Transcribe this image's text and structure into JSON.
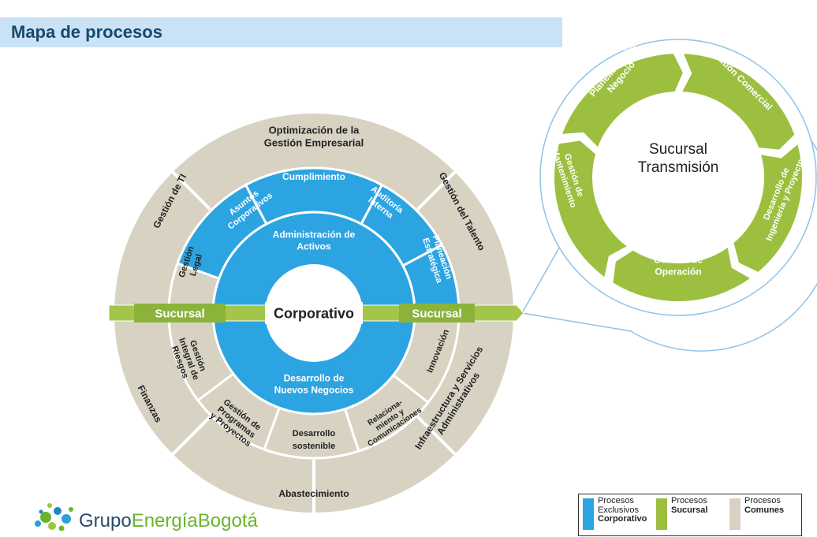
{
  "header": {
    "title": "Mapa de procesos"
  },
  "diagram": {
    "center": "Corporativo",
    "branch_label": "Sucursal",
    "outer_ring": {
      "top": [
        "Optimización de la",
        "Gestión Empresarial"
      ],
      "top_left": "Gestión de TI",
      "top_right": "Gestión del Talento",
      "left": "Finanzas",
      "bottom": "Abastecimiento",
      "bottom_right": [
        "Infraestructura y Servicios",
        "Administrativos"
      ]
    },
    "middle_ring": {
      "cumplimiento": "Cumplimiento",
      "asuntos": [
        "Asuntos",
        "Corporativos"
      ],
      "auditoria": [
        "Auditoría",
        "Interna"
      ],
      "planeacion": [
        "Planeación",
        "Estratégica"
      ],
      "gestion_legal": [
        "Gestión",
        "Legal"
      ],
      "riesgos": [
        "Gestión",
        "Integral de",
        "Riesgos"
      ],
      "programas": [
        "Gestión de",
        "Programas",
        "y Proyectos"
      ],
      "desarrollo_sostenible": [
        "Desarrollo",
        "sostenible"
      ],
      "relacionamiento": [
        "Relaciona-",
        "miento y",
        "Comunicaciones"
      ],
      "innovacion": "Innovación"
    },
    "inner_ring": {
      "top": [
        "Administración de",
        "Activos"
      ],
      "bottom": [
        "Desarrollo de",
        "Nuevos Negocios"
      ]
    }
  },
  "zoom": {
    "center": [
      "Sucursal",
      "Transmisión"
    ],
    "segments": {
      "planeacion_negocio": [
        "Planeación del",
        "Negocio"
      ],
      "gestion_comercial": "Gestión Comercial",
      "desarrollo_ingenieria": [
        "Desarrollo de",
        "Ingeniería y Proyectos"
      ],
      "gestion_operacion": [
        "Gestión de",
        "Operación"
      ],
      "gestion_mantenimiento": [
        "Gestión de",
        "Mantenimiento"
      ]
    }
  },
  "logo": {
    "brand_a": "Grupo",
    "brand_b": "EnergíaBogotá"
  },
  "legend": {
    "corporativo": [
      "Procesos",
      "Exclusivos",
      "Corporativo"
    ],
    "sucursal": [
      "Procesos",
      "Sucursal"
    ],
    "comunes": [
      "Procesos",
      "Comunes"
    ]
  },
  "colors": {
    "blue": "#2da4e2",
    "beige": "#d8d2c3",
    "green": "#9cbf3f",
    "title_bg": "#c9e2f6",
    "title_text": "#17496b",
    "logo_green": "#6ab42d"
  }
}
